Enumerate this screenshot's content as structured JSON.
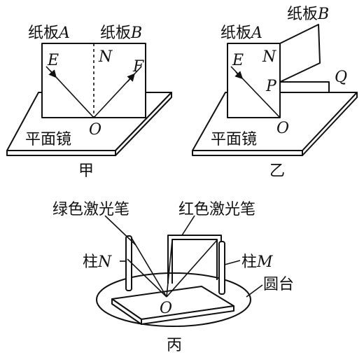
{
  "jia": {
    "board_a_prefix": "纸板",
    "board_a_letter": "A",
    "board_b_prefix": "纸板",
    "board_b_letter": "B",
    "point_e": "E",
    "point_n": "N",
    "point_f": "F",
    "point_o": "O",
    "mirror": "平面镜",
    "caption": "甲"
  },
  "yi": {
    "board_a_prefix": "纸板",
    "board_a_letter": "A",
    "board_b_prefix": "纸板",
    "board_b_letter": "B",
    "point_e": "E",
    "point_n": "N",
    "point_p": "P",
    "point_q": "Q",
    "point_o": "O",
    "mirror": "平面镜",
    "caption": "乙"
  },
  "bing": {
    "green_laser": "绿色激光笔",
    "red_laser": "红色激光笔",
    "pillar_n_prefix": "柱",
    "pillar_n_letter": "N",
    "pillar_m_prefix": "柱",
    "pillar_m_letter": "M",
    "round_table": "圆台",
    "point_o": "O",
    "caption": "丙"
  }
}
